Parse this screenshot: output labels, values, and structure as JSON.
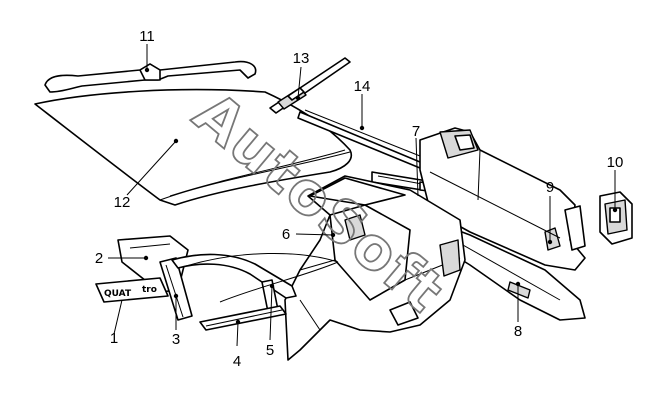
{
  "watermark": "AutoSoft",
  "badge": {
    "text": "QUAT"
  },
  "callouts": [
    {
      "id": "1",
      "label": "1"
    },
    {
      "id": "2",
      "label": "2"
    },
    {
      "id": "3",
      "label": "3"
    },
    {
      "id": "4",
      "label": "4"
    },
    {
      "id": "5",
      "label": "5"
    },
    {
      "id": "6",
      "label": "6"
    },
    {
      "id": "7",
      "label": "7"
    },
    {
      "id": "8",
      "label": "8"
    },
    {
      "id": "9",
      "label": "9"
    },
    {
      "id": "10",
      "label": "10"
    },
    {
      "id": "11",
      "label": "11"
    },
    {
      "id": "12",
      "label": "12"
    },
    {
      "id": "13",
      "label": "13"
    },
    {
      "id": "14",
      "label": "14"
    }
  ]
}
